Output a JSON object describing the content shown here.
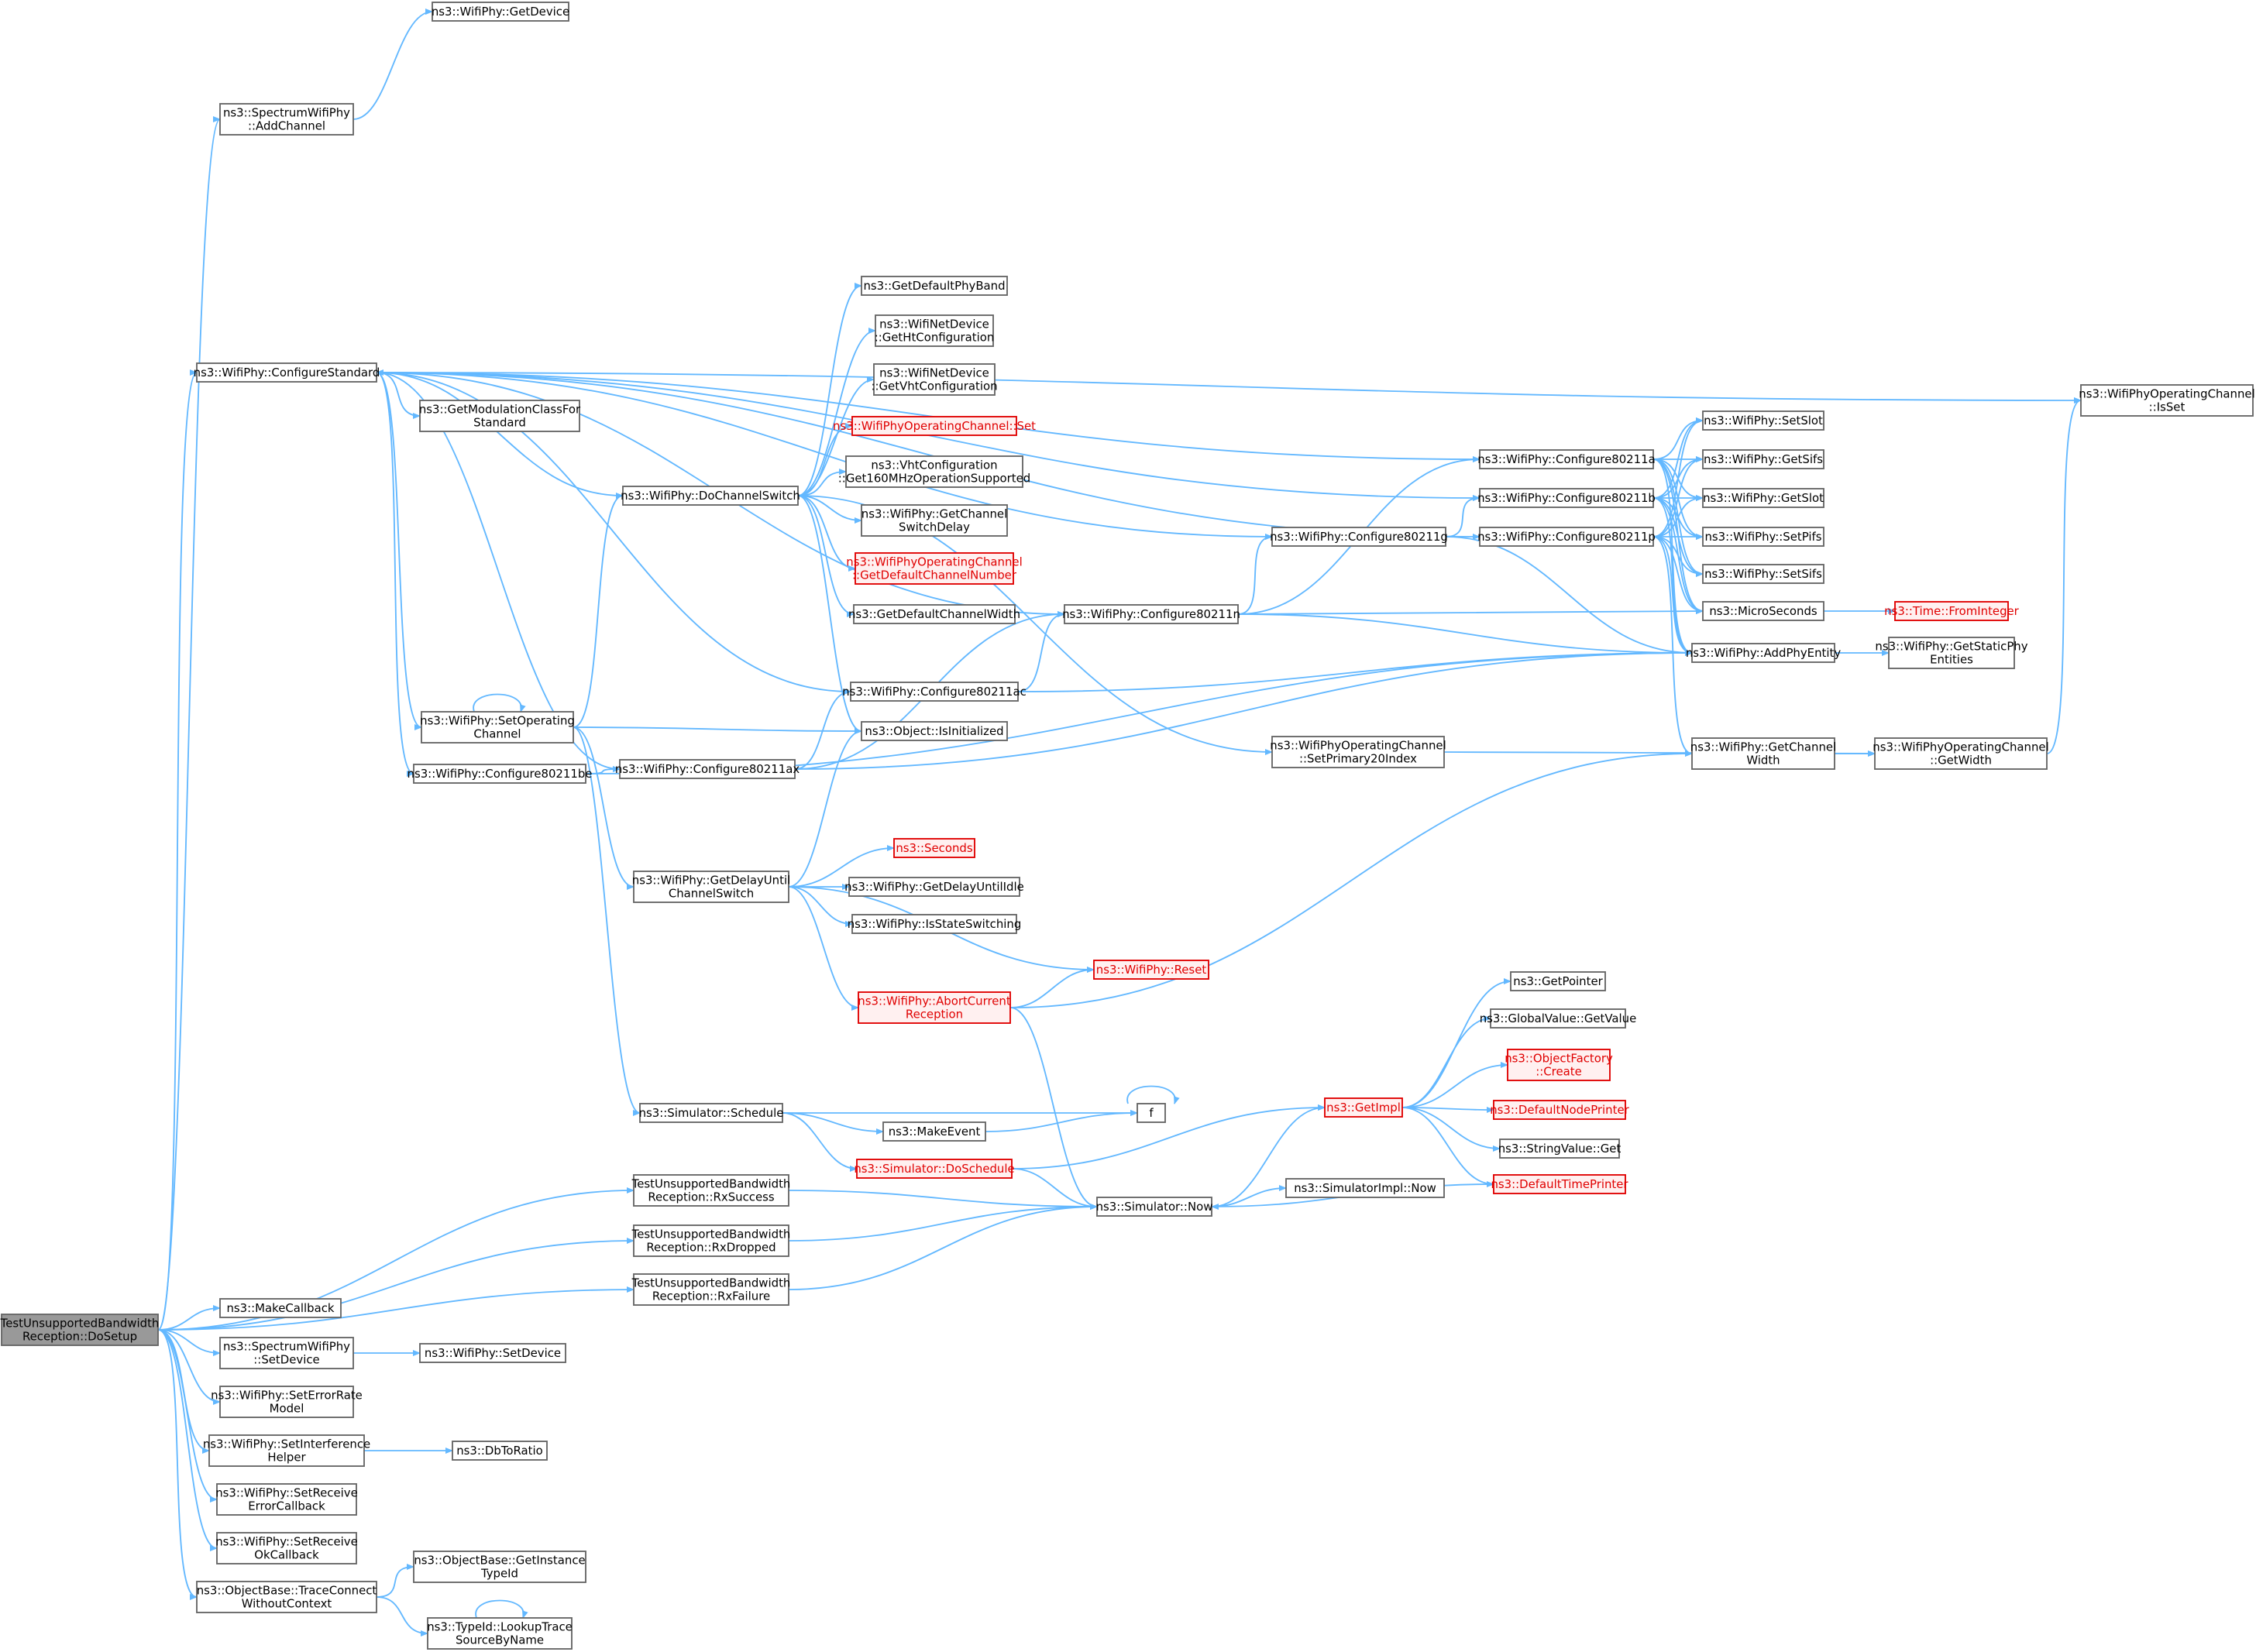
{
  "colors": {
    "edge": "#63b8ff",
    "node_border": "#666666",
    "node_fill": "#ffffff",
    "root_fill": "#999999",
    "truncated_border": "#e00000",
    "truncated_fill": "#fff0f0"
  },
  "nodes": {
    "root": "TestUnsupportedBandwidth\nReception::DoSetup",
    "spectrum_add_channel": "ns3::SpectrumWifiPhy\n::AddChannel",
    "get_device": "ns3::WifiPhy::GetDevice",
    "configure_standard": "ns3::WifiPhy::ConfigureStandard",
    "get_modulation_class": "ns3::GetModulationClassFor\nStandard",
    "set_operating_channel": "ns3::WifiPhy::SetOperating\nChannel",
    "configure_80211be": "ns3::WifiPhy::Configure80211be",
    "do_channel_switch": "ns3::WifiPhy::DoChannelSwitch",
    "get_default_phy_band": "ns3::GetDefaultPhyBand",
    "get_ht_config": "ns3::WifiNetDevice\n::GetHtConfiguration",
    "get_vht_config": "ns3::WifiNetDevice\n::GetVhtConfiguration",
    "op_channel_set": "ns3::WifiPhyOperatingChannel::Set",
    "get160": "ns3::VhtConfiguration\n::Get160MHzOperationSupported",
    "get_channel_switch_delay": "ns3::WifiPhy::GetChannel\nSwitchDelay",
    "get_default_channel_number": "ns3::WifiPhyOperatingChannel\n::GetDefaultChannelNumber",
    "get_default_channel_width": "ns3::GetDefaultChannelWidth",
    "configure_80211ac": "ns3::WifiPhy::Configure80211ac",
    "is_initialized": "ns3::Object::IsInitialized",
    "configure_80211ax": "ns3::WifiPhy::Configure80211ax",
    "get_delay_until_channel_switch": "ns3::WifiPhy::GetDelayUntil\nChannelSwitch",
    "seconds": "ns3::Seconds",
    "get_delay_until_idle": "ns3::WifiPhy::GetDelayUntilIdle",
    "is_state_switching": "ns3::WifiPhy::IsStateSwitching",
    "reset": "ns3::WifiPhy::Reset",
    "abort_current_reception": "ns3::WifiPhy::AbortCurrent\nReception",
    "simulator_schedule": "ns3::Simulator::Schedule",
    "make_event": "ns3::MakeEvent",
    "f": "f",
    "do_schedule": "ns3::Simulator::DoSchedule",
    "rx_success": "TestUnsupportedBandwidth\nReception::RxSuccess",
    "rx_dropped": "TestUnsupportedBandwidth\nReception::RxDropped",
    "rx_failure": "TestUnsupportedBandwidth\nReception::RxFailure",
    "simulator_now": "ns3::Simulator::Now",
    "simulator_impl_now": "ns3::SimulatorImpl::Now",
    "get_impl": "ns3::GetImpl",
    "get_pointer": "ns3::GetPointer",
    "global_value_get_value": "ns3::GlobalValue::GetValue",
    "object_factory_create": "ns3::ObjectFactory\n::Create",
    "default_node_printer": "ns3::DefaultNodePrinter",
    "string_value_get": "ns3::StringValue::Get",
    "default_time_printer": "ns3::DefaultTimePrinter",
    "configure_80211n": "ns3::WifiPhy::Configure80211n",
    "configure_80211g": "ns3::WifiPhy::Configure80211g",
    "configure_80211a": "ns3::WifiPhy::Configure80211a",
    "configure_80211b": "ns3::WifiPhy::Configure80211b",
    "configure_80211p": "ns3::WifiPhy::Configure80211p",
    "set_slot": "ns3::WifiPhy::SetSlot",
    "get_sifs": "ns3::WifiPhy::GetSifs",
    "get_slot": "ns3::WifiPhy::GetSlot",
    "set_pifs": "ns3::WifiPhy::SetPifs",
    "set_sifs": "ns3::WifiPhy::SetSifs",
    "micro_seconds": "ns3::MicroSeconds",
    "time_from_integer": "ns3::Time::FromInteger",
    "add_phy_entity": "ns3::WifiPhy::AddPhyEntity",
    "get_static_phy_entities": "ns3::WifiPhy::GetStaticPhy\nEntities",
    "set_primary20_index": "ns3::WifiPhyOperatingChannel\n::SetPrimary20Index",
    "get_channel_width": "ns3::WifiPhy::GetChannel\nWidth",
    "op_channel_get_width": "ns3::WifiPhyOperatingChannel\n::GetWidth",
    "op_channel_is_set": "ns3::WifiPhyOperatingChannel\n::IsSet",
    "make_callback": "ns3::MakeCallback",
    "spectrum_set_device": "ns3::SpectrumWifiPhy\n::SetDevice",
    "set_device": "ns3::WifiPhy::SetDevice",
    "set_error_rate_model": "ns3::WifiPhy::SetErrorRate\nModel",
    "set_interference_helper": "ns3::WifiPhy::SetInterference\nHelper",
    "db_to_ratio": "ns3::DbToRatio",
    "set_receive_error_callback": "ns3::WifiPhy::SetReceive\nErrorCallback",
    "set_receive_ok_callback": "ns3::WifiPhy::SetReceive\nOkCallback",
    "trace_connect_without_context": "ns3::ObjectBase::TraceConnect\nWithoutContext",
    "get_instance_type_id": "ns3::ObjectBase::GetInstance\nTypeId",
    "lookup_trace_source_by_name": "ns3::TypeId::LookupTrace\nSourceByName"
  },
  "edges": [
    [
      "root",
      "spectrum_add_channel"
    ],
    [
      "root",
      "configure_standard"
    ],
    [
      "root",
      "rx_success"
    ],
    [
      "root",
      "rx_dropped"
    ],
    [
      "root",
      "rx_failure"
    ],
    [
      "root",
      "make_callback"
    ],
    [
      "root",
      "spectrum_set_device"
    ],
    [
      "root",
      "set_error_rate_model"
    ],
    [
      "root",
      "set_interference_helper"
    ],
    [
      "root",
      "set_receive_error_callback"
    ],
    [
      "root",
      "set_receive_ok_callback"
    ],
    [
      "root",
      "trace_connect_without_context"
    ],
    [
      "spectrum_add_channel",
      "get_device"
    ],
    [
      "configure_standard",
      "get_modulation_class"
    ],
    [
      "configure_standard",
      "set_operating_channel"
    ],
    [
      "configure_standard",
      "configure_80211be"
    ],
    [
      "configure_standard",
      "configure_80211ac"
    ],
    [
      "configure_standard",
      "configure_80211ax"
    ],
    [
      "configure_standard",
      "configure_80211n"
    ],
    [
      "configure_standard",
      "configure_80211g"
    ],
    [
      "configure_standard",
      "configure_80211a"
    ],
    [
      "configure_standard",
      "configure_80211b"
    ],
    [
      "configure_standard",
      "configure_80211p"
    ],
    [
      "configure_standard",
      "op_channel_is_set"
    ],
    [
      "set_operating_channel",
      "set_operating_channel"
    ],
    [
      "set_operating_channel",
      "do_channel_switch"
    ],
    [
      "set_operating_channel",
      "is_initialized"
    ],
    [
      "set_operating_channel",
      "get_delay_until_channel_switch"
    ],
    [
      "set_operating_channel",
      "simulator_schedule"
    ],
    [
      "do_channel_switch",
      "configure_standard"
    ],
    [
      "do_channel_switch",
      "get_default_phy_band"
    ],
    [
      "do_channel_switch",
      "get_ht_config"
    ],
    [
      "do_channel_switch",
      "get_vht_config"
    ],
    [
      "do_channel_switch",
      "op_channel_set"
    ],
    [
      "do_channel_switch",
      "get160"
    ],
    [
      "do_channel_switch",
      "get_channel_switch_delay"
    ],
    [
      "do_channel_switch",
      "get_default_channel_number"
    ],
    [
      "do_channel_switch",
      "get_default_channel_width"
    ],
    [
      "do_channel_switch",
      "is_initialized"
    ],
    [
      "do_channel_switch",
      "set_primary20_index"
    ],
    [
      "configure_80211be",
      "configure_80211ax"
    ],
    [
      "configure_80211be",
      "add_phy_entity"
    ],
    [
      "configure_80211ax",
      "configure_80211ac"
    ],
    [
      "configure_80211ax",
      "configure_80211n"
    ],
    [
      "configure_80211ax",
      "add_phy_entity"
    ],
    [
      "configure_80211ac",
      "configure_80211n"
    ],
    [
      "configure_80211ac",
      "add_phy_entity"
    ],
    [
      "configure_80211n",
      "configure_80211g"
    ],
    [
      "configure_80211n",
      "configure_80211a"
    ],
    [
      "configure_80211n",
      "micro_seconds"
    ],
    [
      "configure_80211n",
      "add_phy_entity"
    ],
    [
      "configure_80211g",
      "configure_80211b"
    ],
    [
      "configure_80211g",
      "add_phy_entity"
    ],
    [
      "configure_80211a",
      "set_slot"
    ],
    [
      "configure_80211a",
      "get_sifs"
    ],
    [
      "configure_80211a",
      "get_slot"
    ],
    [
      "configure_80211a",
      "set_pifs"
    ],
    [
      "configure_80211a",
      "set_sifs"
    ],
    [
      "configure_80211a",
      "micro_seconds"
    ],
    [
      "configure_80211a",
      "add_phy_entity"
    ],
    [
      "configure_80211b",
      "set_slot"
    ],
    [
      "configure_80211b",
      "get_sifs"
    ],
    [
      "configure_80211b",
      "get_slot"
    ],
    [
      "configure_80211b",
      "set_pifs"
    ],
    [
      "configure_80211b",
      "set_sifs"
    ],
    [
      "configure_80211b",
      "micro_seconds"
    ],
    [
      "configure_80211b",
      "add_phy_entity"
    ],
    [
      "configure_80211p",
      "set_slot"
    ],
    [
      "configure_80211p",
      "get_sifs"
    ],
    [
      "configure_80211p",
      "get_slot"
    ],
    [
      "configure_80211p",
      "set_pifs"
    ],
    [
      "configure_80211p",
      "set_sifs"
    ],
    [
      "configure_80211p",
      "micro_seconds"
    ],
    [
      "configure_80211p",
      "add_phy_entity"
    ],
    [
      "configure_80211p",
      "get_channel_width"
    ],
    [
      "micro_seconds",
      "time_from_integer"
    ],
    [
      "add_phy_entity",
      "get_static_phy_entities"
    ],
    [
      "get_channel_width",
      "op_channel_get_width"
    ],
    [
      "set_primary20_index",
      "op_channel_get_width"
    ],
    [
      "op_channel_get_width",
      "op_channel_is_set"
    ],
    [
      "get_delay_until_channel_switch",
      "is_initialized"
    ],
    [
      "get_delay_until_channel_switch",
      "seconds"
    ],
    [
      "get_delay_until_channel_switch",
      "get_delay_until_idle"
    ],
    [
      "get_delay_until_channel_switch",
      "is_state_switching"
    ],
    [
      "get_delay_until_channel_switch",
      "reset"
    ],
    [
      "get_delay_until_channel_switch",
      "abort_current_reception"
    ],
    [
      "abort_current_reception",
      "reset"
    ],
    [
      "abort_current_reception",
      "simulator_now"
    ],
    [
      "abort_current_reception",
      "get_channel_width"
    ],
    [
      "simulator_schedule",
      "f"
    ],
    [
      "simulator_schedule",
      "make_event"
    ],
    [
      "simulator_schedule",
      "do_schedule"
    ],
    [
      "make_event",
      "f"
    ],
    [
      "f",
      "f"
    ],
    [
      "do_schedule",
      "get_impl"
    ],
    [
      "do_schedule",
      "simulator_now"
    ],
    [
      "rx_success",
      "simulator_now"
    ],
    [
      "rx_dropped",
      "simulator_now"
    ],
    [
      "rx_failure",
      "simulator_now"
    ],
    [
      "simulator_now",
      "get_impl"
    ],
    [
      "simulator_now",
      "simulator_impl_now"
    ],
    [
      "get_impl",
      "get_pointer"
    ],
    [
      "get_impl",
      "global_value_get_value"
    ],
    [
      "get_impl",
      "object_factory_create"
    ],
    [
      "get_impl",
      "default_node_printer"
    ],
    [
      "get_impl",
      "string_value_get"
    ],
    [
      "get_impl",
      "default_time_printer"
    ],
    [
      "default_time_printer",
      "simulator_now"
    ],
    [
      "spectrum_set_device",
      "set_device"
    ],
    [
      "set_interference_helper",
      "db_to_ratio"
    ],
    [
      "trace_connect_without_context",
      "get_instance_type_id"
    ],
    [
      "trace_connect_without_context",
      "lookup_trace_source_by_name"
    ],
    [
      "lookup_trace_source_by_name",
      "lookup_trace_source_by_name"
    ]
  ]
}
